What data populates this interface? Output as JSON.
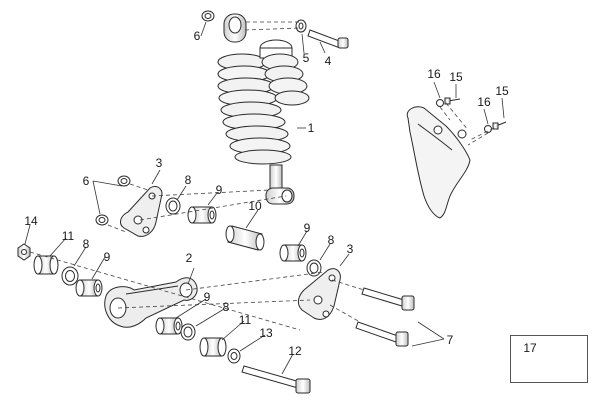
{
  "callouts": {
    "c1": "1",
    "c2": "2",
    "c3a": "3",
    "c3b": "3",
    "c4": "4",
    "c5": "5",
    "c6a": "6",
    "c6b": "6",
    "c7": "7",
    "c8a": "8",
    "c8b": "8",
    "c8c": "8",
    "c8d": "8",
    "c9a": "9",
    "c9b": "9",
    "c9c": "9",
    "c9d": "9",
    "c10": "10",
    "c11a": "11",
    "c11b": "11",
    "c12": "12",
    "c13": "13",
    "c14": "14",
    "c15a": "15",
    "c15b": "15",
    "c16a": "16",
    "c16b": "16",
    "c17": "17"
  },
  "colors": {
    "line": "#2a2a2a",
    "fill": "#ffffff",
    "shade": "#e6e6e6"
  }
}
